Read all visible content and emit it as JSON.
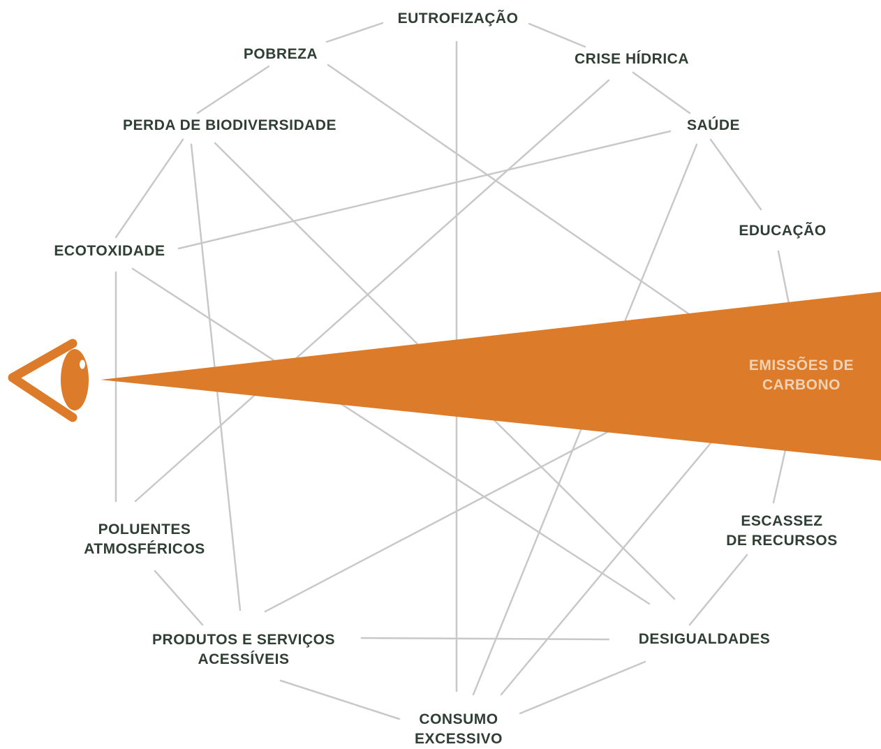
{
  "colors": {
    "text": "#2f3f33",
    "edge": "#c8c8c8",
    "focus": "#dc7b29",
    "focus_text": "#f2d2b5"
  },
  "icons": {
    "viewer": "eye-icon"
  },
  "nodes": {
    "eutrofizacao": {
      "lines": [
        "EUTROFIZAÇÃO"
      ]
    },
    "pobreza": {
      "lines": [
        "POBREZA"
      ]
    },
    "crise_hidrica": {
      "lines": [
        "CRISE HÍDRICA"
      ]
    },
    "perda_biodiversidade": {
      "lines": [
        "PERDA DE BIODIVERSIDADE"
      ]
    },
    "saude": {
      "lines": [
        "SAÚDE"
      ]
    },
    "educacao": {
      "lines": [
        "EDUCAÇÃO"
      ]
    },
    "ecotoxidade": {
      "lines": [
        "ECOTOXIDADE"
      ]
    },
    "emissoes_carbono": {
      "lines": [
        "EMISSÕES DE",
        "CARBONO"
      ]
    },
    "poluentes_atmosfericos": {
      "lines": [
        "POLUENTES",
        "ATMOSFÉRICOS"
      ]
    },
    "escassez_recursos": {
      "lines": [
        "ESCASSEZ",
        "DE RECURSOS"
      ]
    },
    "produtos_servicos": {
      "lines": [
        "PRODUTOS E SERVIÇOS",
        "ACESSÍVEIS"
      ]
    },
    "desigualdades": {
      "lines": [
        "DESIGUALDADES"
      ]
    },
    "consumo_excessivo": {
      "lines": [
        "CONSUMO",
        "EXCESSIVO"
      ]
    }
  }
}
